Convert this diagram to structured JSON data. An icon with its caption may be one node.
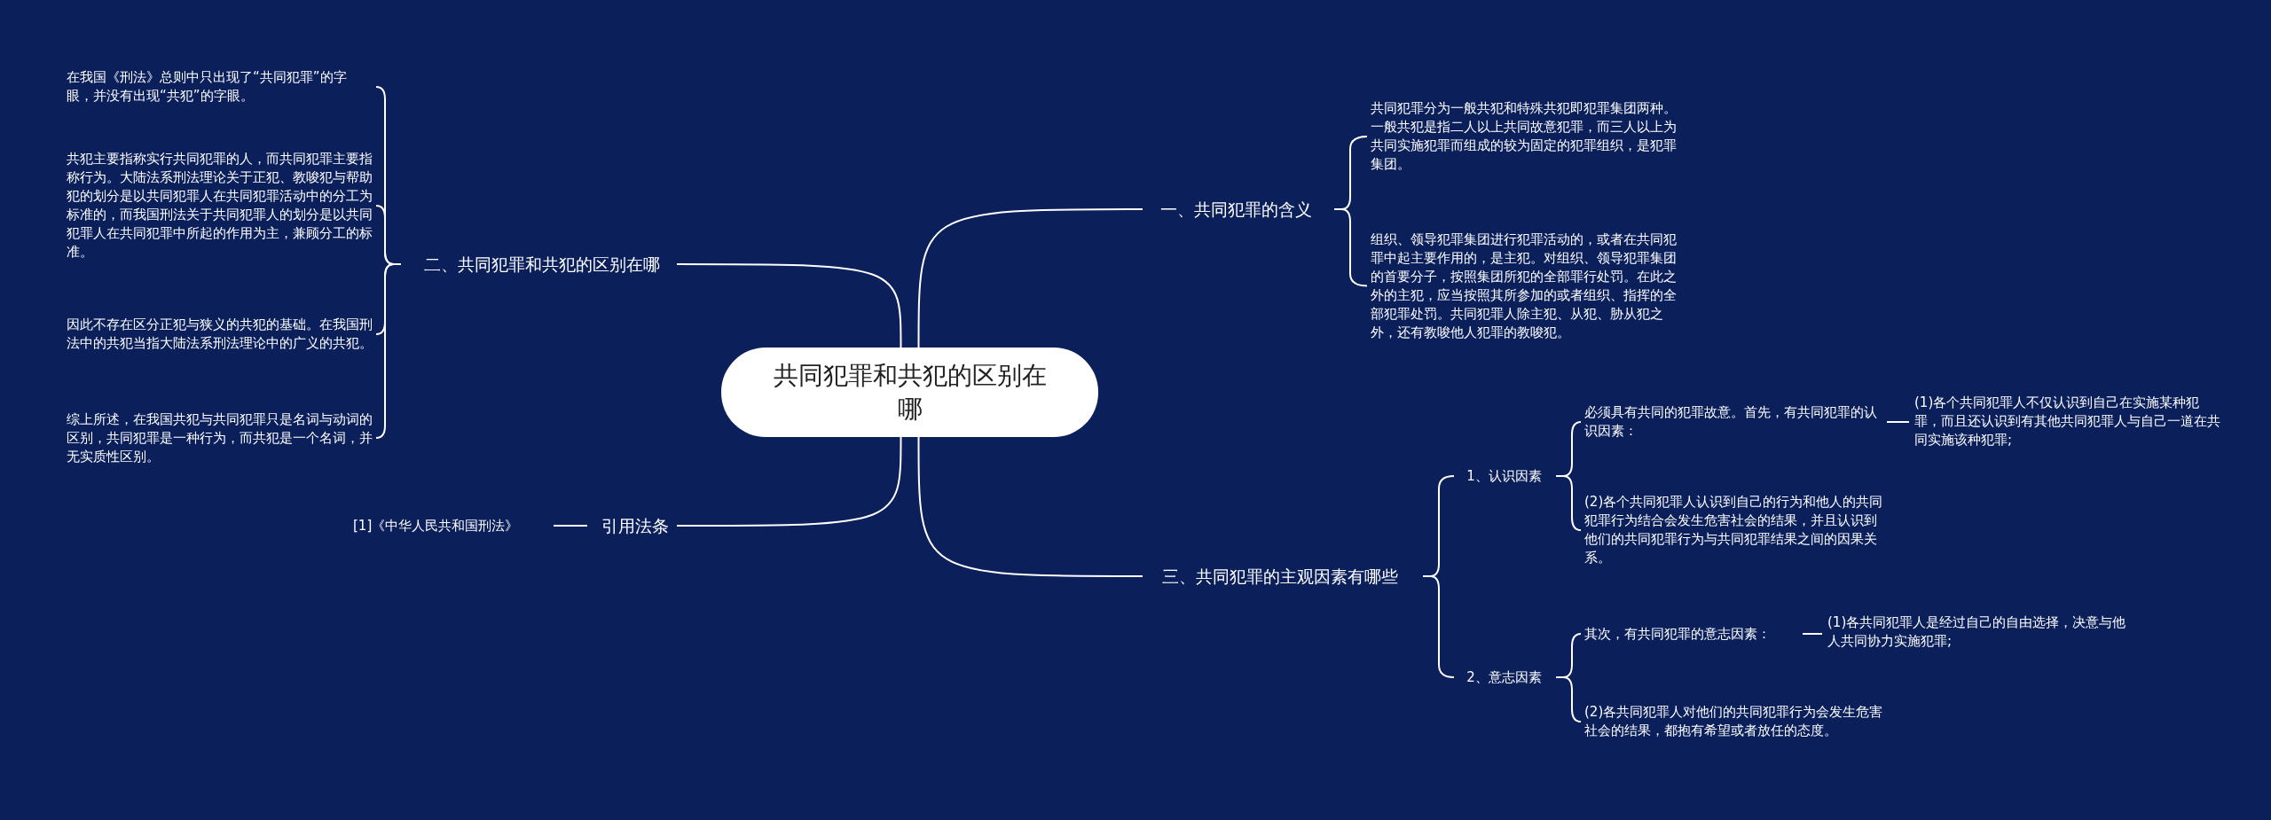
{
  "diagram": {
    "nodes": [
      {
        "text": [
          "共同犯罪和共犯的区别在哪"
        ]
      },
      {
        "text": [
          "一、共同犯罪的含义"
        ]
      },
      {
        "text": [
          "共同犯罪分为一般共犯和特殊共犯即犯罪集团两种。一般共犯是指二人以上共同故意犯罪，而三人以上为共同实施犯罪而组成的较为固定的犯罪组织，是犯罪集团。"
        ]
      },
      {
        "text": [
          "组织、领导犯罪集团进行犯罪活动的，或者在共同犯罪中起主要作用的，是主犯。对组织、领导犯罪集团的首要分子，按照集团所犯的全部罪行处罚。在此之外的主犯，应当按照其所参加的或者组织、指挥的全部犯罪处罚。共同犯罪人除主犯、从犯、胁从犯之外，还有教唆他人犯罪的教唆犯。"
        ]
      },
      {
        "text": [
          "二、共同犯罪和共犯的区别在哪"
        ]
      },
      {
        "text": [
          "在我国《刑法》总则中只出现了“共同犯罪”的字眼，并没有出现“共犯”的字眼。"
        ]
      },
      {
        "text": [
          "共犯主要指称实行共同犯罪的人，而共同犯罪主要指称行为。大陆法系刑法理论关于正犯、教唆犯与帮助犯的划分是以共同犯罪人在共同犯罪活动中的分工为标准的，而我国刑法关于共同犯罪人的划分是以共同犯罪人在共同犯罪中所起的作用为主，兼顾分工的标准。"
        ]
      },
      {
        "text": [
          "因此不存在区分正犯与狭义的共犯的基础。在我国刑法中的共犯当指大陆法系刑法理论中的广义的共犯。"
        ]
      },
      {
        "text": [
          "综上所述，在我国共犯与共同犯罪只是名词与动词的区别，共同犯罪是一种行为，而共犯是一个名词，并无实质性区别。"
        ]
      },
      {
        "text": [
          "引用法条"
        ]
      },
      {
        "text": [
          "[1]《中华人民共和国刑法》"
        ]
      },
      {
        "text": [
          "三、共同犯罪的主观因素有哪些"
        ]
      },
      {
        "text": [
          "1、认识因素"
        ]
      },
      {
        "text": [
          "必须具有共同的犯罪故意。首先，有共同犯罪的认识因素："
        ]
      },
      {
        "text": [
          "(1)各个共同犯罪人不仅认识到自己在实施某种犯罪，而且还认识到有其他共同犯罪人与自己一道在共同实施该种犯罪;"
        ]
      },
      {
        "text": [
          "(2)各个共同犯罪人认识到自己的行为和他人的共同犯罪行为结合会发生危害社会的结果，并且认识到他们的共同犯罪行为与共同犯罪结果之间的因果关系。"
        ]
      },
      {
        "text": [
          "2、意志因素"
        ]
      },
      {
        "text": [
          "其次，有共同犯罪的意志因素："
        ]
      },
      {
        "text": [
          "(1)各共同犯罪人是经过自己的自由选择，决意与他人共同协力实施犯罪;"
        ]
      },
      {
        "text": [
          "(2)各共同犯罪人对他们的共同犯罪行为会发生危害社会的结果，都抱有希望或者放任的态度。"
        ]
      }
    ],
    "edges": [
      {
        "from": 0,
        "to": 1,
        "arrow": "none"
      },
      {
        "from": 1,
        "to": 2,
        "arrow": "none"
      },
      {
        "from": 1,
        "to": 3,
        "arrow": "none"
      },
      {
        "from": 0,
        "to": 4,
        "arrow": "none"
      },
      {
        "from": 4,
        "to": 5,
        "arrow": "none"
      },
      {
        "from": 4,
        "to": 6,
        "arrow": "none"
      },
      {
        "from": 4,
        "to": 7,
        "arrow": "none"
      },
      {
        "from": 4,
        "to": 8,
        "arrow": "none"
      },
      {
        "from": 0,
        "to": 9,
        "arrow": "none"
      },
      {
        "from": 9,
        "to": 10,
        "arrow": "none"
      },
      {
        "from": 0,
        "to": 11,
        "arrow": "none"
      },
      {
        "from": 11,
        "to": 12,
        "arrow": "none"
      },
      {
        "from": 12,
        "to": 13,
        "arrow": "none"
      },
      {
        "from": 13,
        "to": 14,
        "arrow": "none"
      },
      {
        "from": 12,
        "to": 15,
        "arrow": "none"
      },
      {
        "from": 11,
        "to": 16,
        "arrow": "none"
      },
      {
        "from": 16,
        "to": 17,
        "arrow": "none"
      },
      {
        "from": 17,
        "to": 18,
        "arrow": "none"
      },
      {
        "from": 16,
        "to": 19,
        "arrow": "none"
      }
    ]
  }
}
